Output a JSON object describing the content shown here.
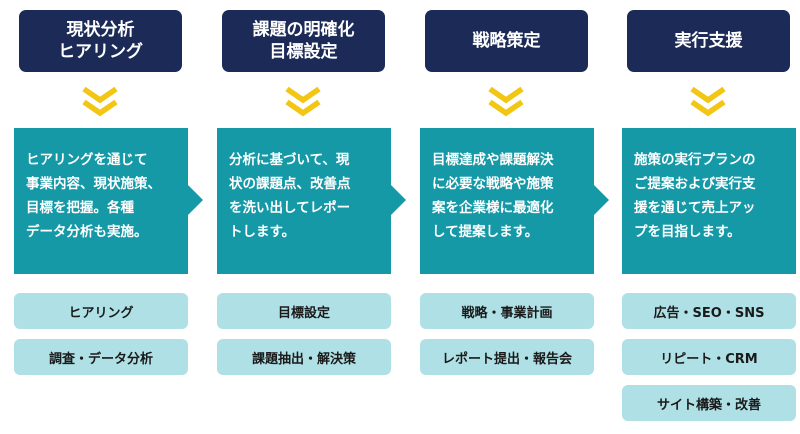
{
  "colors": {
    "header_bg": "#1b2a57",
    "body_bg": "#1699a6",
    "tag_bg": "#aee0e5",
    "chevron": "#f2c613"
  },
  "steps": [
    {
      "title": "現状分析\nヒアリング",
      "body": "ヒアリングを通じて\n事業内容、現状施策、\n目標を把握。各種\nデータ分析も実施。",
      "tags": [
        "ヒアリング",
        "調査・データ分析"
      ]
    },
    {
      "title": "課題の明確化\n目標設定",
      "body": "分析に基づいて、現\n状の課題点、改善点\nを洗い出してレポー\nトします。",
      "tags": [
        "目標設定",
        "課題抽出・解決策"
      ]
    },
    {
      "title": "戦略策定",
      "body": "目標達成や課題解決\nに必要な戦略や施策\n案を企業様に最適化\nして提案します。",
      "tags": [
        "戦略・事業計画",
        "レポート提出・報告会"
      ]
    },
    {
      "title": "実行支援",
      "body": "施策の実行プランの\nご提案および実行支\n援を通じて売上アッ\nプを目指します。",
      "tags": [
        "広告・SEO・SNS",
        "リピート・CRM",
        "サイト構築・改善"
      ]
    }
  ]
}
